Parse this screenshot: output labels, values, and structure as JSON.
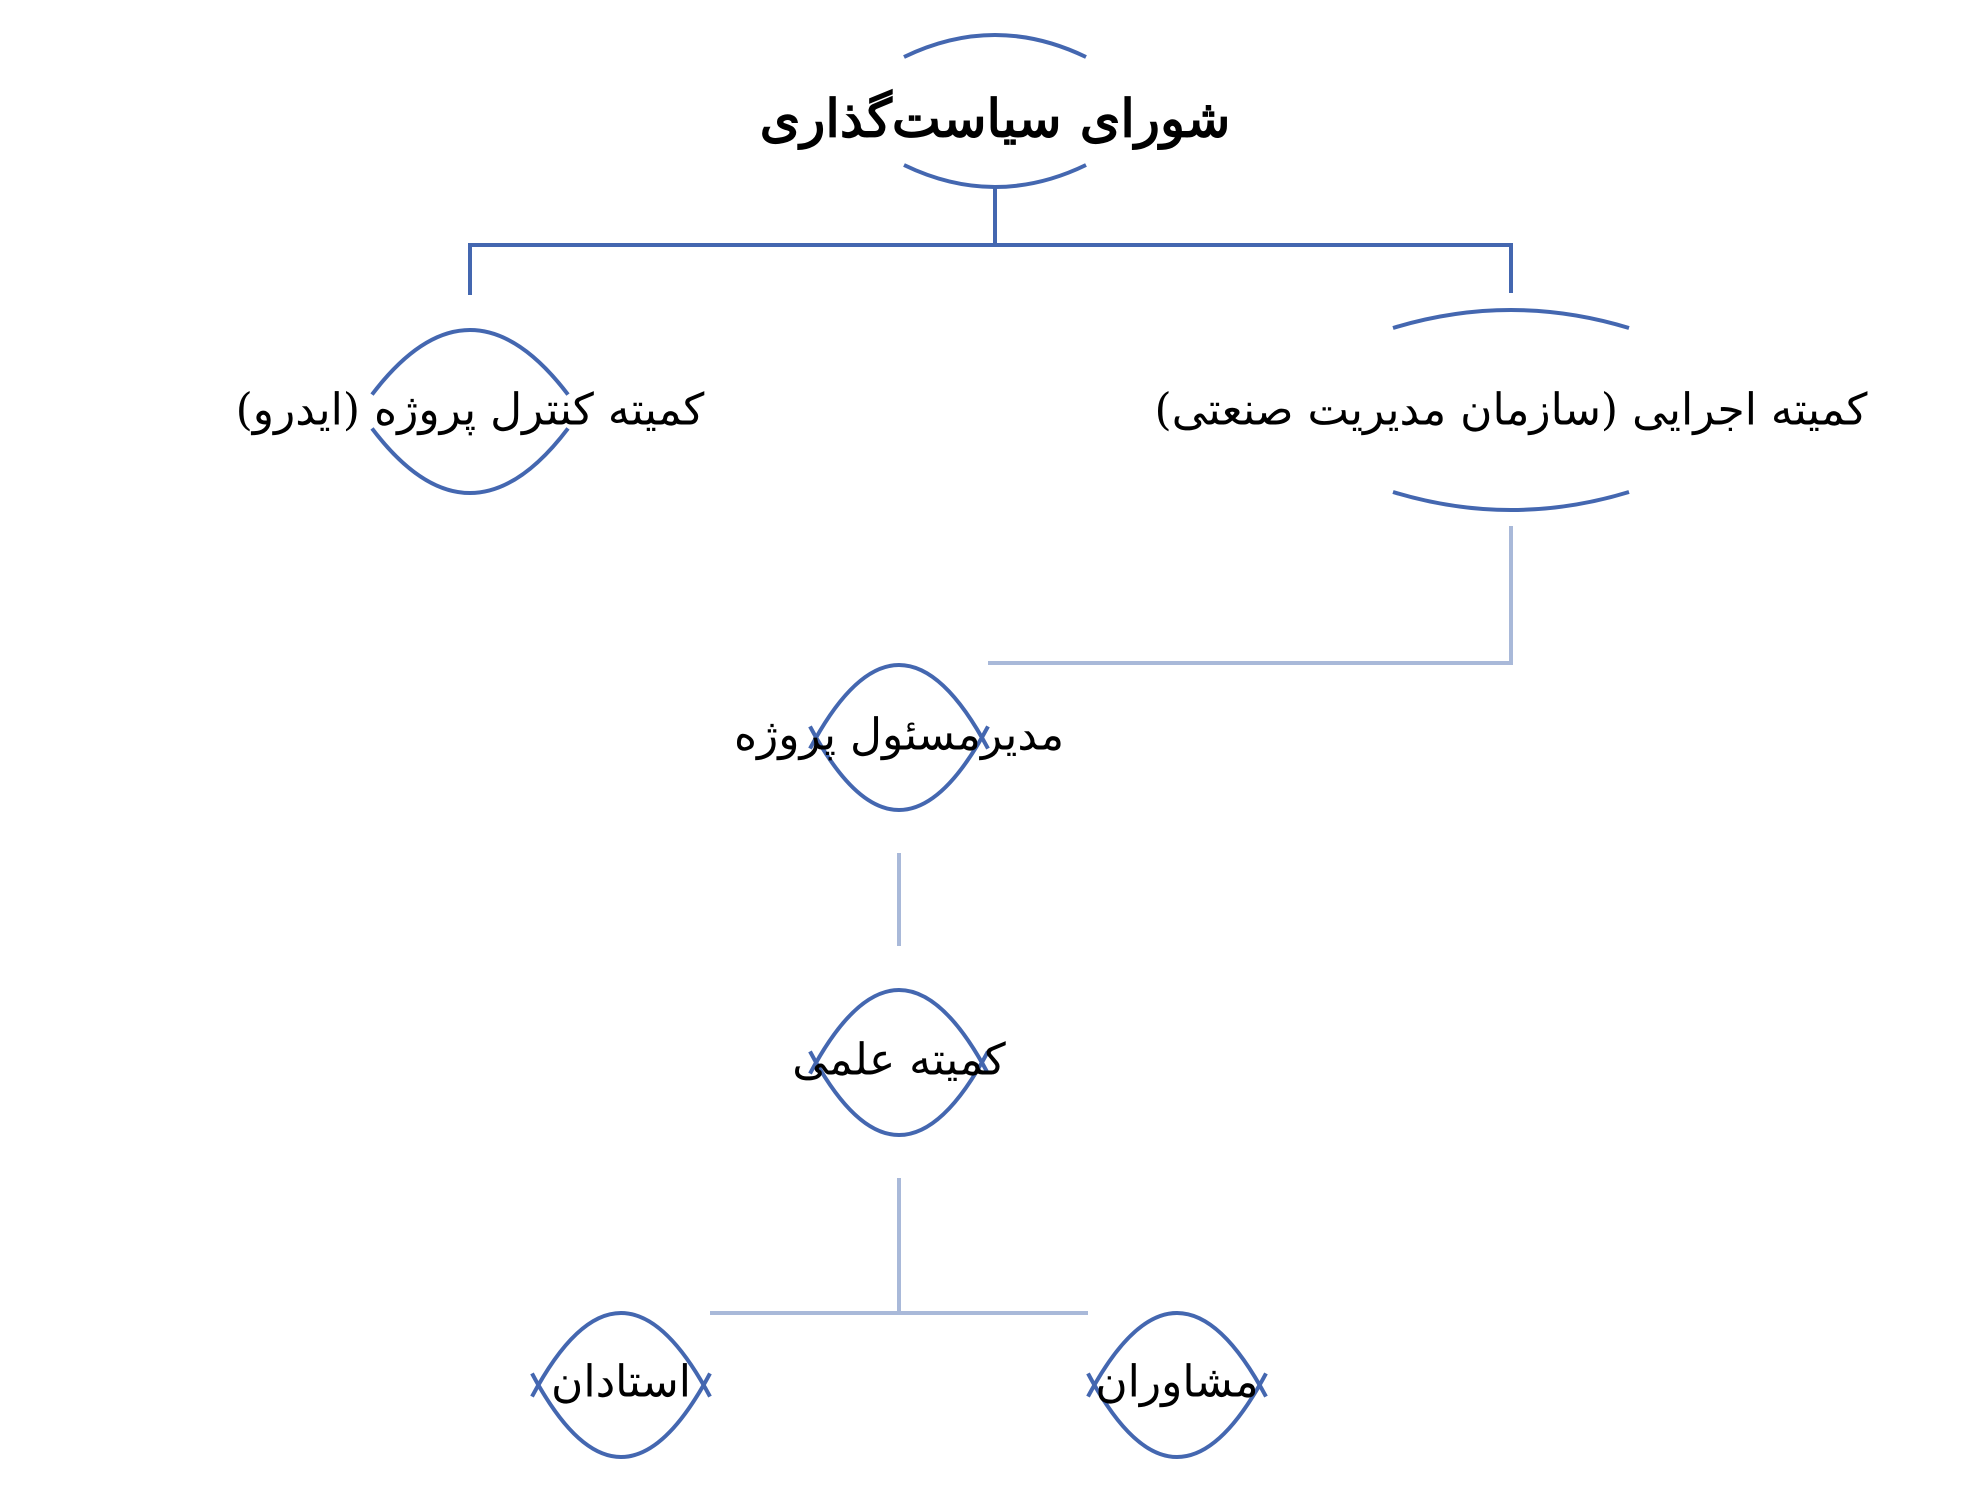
{
  "diagram": {
    "type": "org-chart",
    "colors": {
      "node_arc": "#4467b0",
      "top_connector": "#4467b0",
      "lower_connector": "#a9b9d9",
      "text": "#000000"
    },
    "nodes": [
      {
        "id": "policy-council",
        "label": "شورای سیاست‌گذاری",
        "bold": true
      },
      {
        "id": "executive-committee",
        "label": "کمیته اجرایی (سازمان مدیریت صنعتی)",
        "bold": false
      },
      {
        "id": "project-control-committee",
        "label": "کمیته کنترل پروژه (ایدرو)",
        "bold": false
      },
      {
        "id": "project-manager",
        "label": "مدیرمسئول پروژه",
        "bold": false
      },
      {
        "id": "scientific-committee",
        "label": "کمیته علمی",
        "bold": false
      },
      {
        "id": "consultants",
        "label": "مشاوران",
        "bold": false
      },
      {
        "id": "professors",
        "label": "استادان",
        "bold": false
      }
    ],
    "edges": [
      {
        "from": "policy-council",
        "to": "executive-committee"
      },
      {
        "from": "policy-council",
        "to": "project-control-committee"
      },
      {
        "from": "executive-committee",
        "to": "project-manager"
      },
      {
        "from": "project-manager",
        "to": "scientific-committee"
      },
      {
        "from": "scientific-committee",
        "to": "consultants"
      },
      {
        "from": "scientific-committee",
        "to": "professors"
      }
    ]
  }
}
